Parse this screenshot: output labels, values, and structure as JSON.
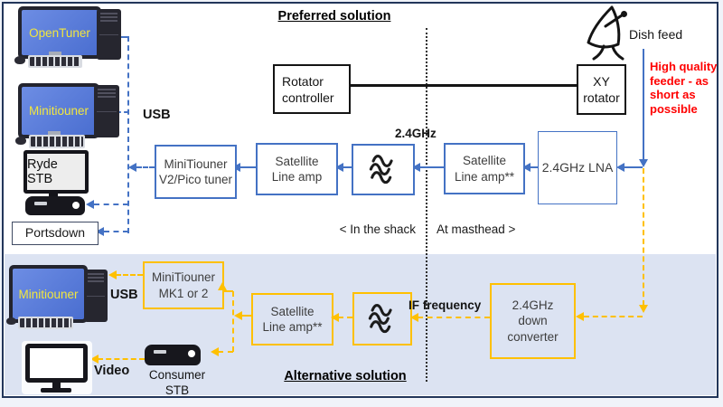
{
  "headings": {
    "preferred": "Preferred solution",
    "alternative": "Alternative solution"
  },
  "zones": {
    "shack": "< In the shack",
    "masthead": "At masthead >"
  },
  "labels": {
    "usb_top": "USB",
    "usb_bottom": "USB",
    "video": "Video",
    "freq": "2.4GHz",
    "if_freq": "IF frequency",
    "dish_feed": "Dish feed",
    "feeder_note": "High quality\nfeeder - as\nshort as\npossible"
  },
  "screens": {
    "open_tuner": "OpenTuner",
    "minitiouner_top": "Minitiouner",
    "minitiouner_bottom": "Minitiouner",
    "ryde": "Ryde STB"
  },
  "boxes": {
    "rotator_controller": "Rotator\ncontroller",
    "xy_rotator": "XY\nrotator",
    "minitiouner_v2": "MiniTiouner\nV2/Pico tuner",
    "sat_line_amp": "Satellite\nLine amp",
    "sat_line_amp_masthead": "Satellite\nLine amp**",
    "lna": "2.4GHz LNA",
    "portsdown": "Portsdown",
    "minitiouner_mk": "MiniTiouner\nMK1 or 2",
    "sat_line_amp_alt": "Satellite\nLine amp**",
    "down_converter": "2.4GHz\ndown\nconverter",
    "consumer_stb": "Consumer\nSTB"
  },
  "colors": {
    "accent_blue": "#4472C4",
    "accent_gold": "#FFC000",
    "note_red": "#FF0000",
    "panel_blue": "#DCE3F2",
    "screen_blue": "#5B7BD5",
    "screen_text_yellow": "#F2E63E"
  }
}
